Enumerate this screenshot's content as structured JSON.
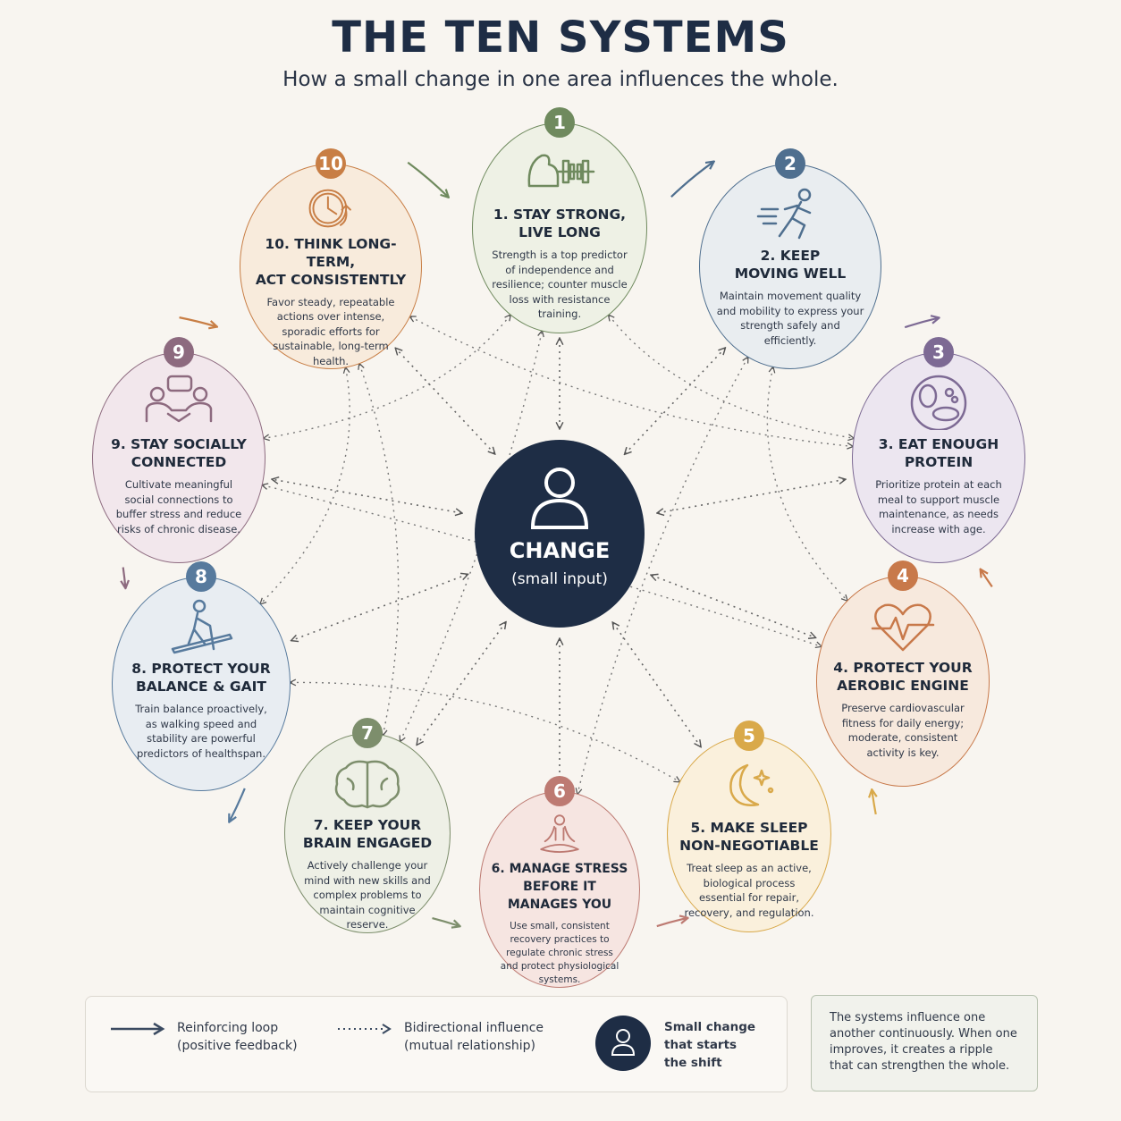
{
  "header": {
    "title": "THE TEN SYSTEMS",
    "subtitle": "How a small change in one area influences the whole."
  },
  "center": {
    "title": "CHANGE",
    "subtitle": "(small input)",
    "icon": "person-icon"
  },
  "systems": [
    {
      "number": "1",
      "title": "1. STAY STRONG,\nLIVE LONG",
      "description": "Strength is a top predictor of independence and resilience; counter muscle loss with resistance training.",
      "icon": "dumbbell-arm-icon",
      "color": "#6f8a5e",
      "fill": "#eef1e5"
    },
    {
      "number": "2",
      "title": "2. KEEP\nMOVING WELL",
      "description": "Maintain movement quality and mobility to express your strength safely and efficiently.",
      "icon": "runner-icon",
      "color": "#4f6f8f",
      "fill": "#e9edf0"
    },
    {
      "number": "3",
      "title": "3. EAT ENOUGH\nPROTEIN",
      "description": "Prioritize protein at each meal to support muscle maintenance, as needs increase with age.",
      "icon": "protein-plate-icon",
      "color": "#7d6a94",
      "fill": "#ece6f0"
    },
    {
      "number": "4",
      "title": "4. PROTECT YOUR\nAEROBIC ENGINE",
      "description": "Preserve cardiovascular fitness for daily energy; moderate, consistent activity is key.",
      "icon": "heartbeat-icon",
      "color": "#c8794a",
      "fill": "#f7e9dd"
    },
    {
      "number": "5",
      "title": "5. MAKE SLEEP\nNON-NEGOTIABLE",
      "description": "Treat sleep as an active, biological process essential for repair, recovery, and regulation.",
      "icon": "moon-stars-icon",
      "color": "#d9a94a",
      "fill": "#faf0dc"
    },
    {
      "number": "6",
      "title": "6. MANAGE STRESS\nBEFORE IT MANAGES YOU",
      "description": "Use small, consistent recovery practices to regulate chronic stress and protect physiological systems.",
      "icon": "meditation-icon",
      "color": "#bd7a72",
      "fill": "#f6e5e1"
    },
    {
      "number": "7",
      "title": "7. KEEP YOUR\nBRAIN ENGAGED",
      "description": "Actively challenge your mind with new skills and complex problems to maintain cognitive reserve.",
      "icon": "brain-icon",
      "color": "#7d8e6c",
      "fill": "#eef0e6"
    },
    {
      "number": "8",
      "title": "8. PROTECT YOUR\nBALANCE & GAIT",
      "description": "Train balance proactively, as walking speed and stability are powerful predictors of healthspan.",
      "icon": "hiker-balance-icon",
      "color": "#577a9d",
      "fill": "#e8edf2"
    },
    {
      "number": "9",
      "title": "9. STAY SOCIALLY\nCONNECTED",
      "description": "Cultivate meaningful social connections to buffer stress and reduce risks of chronic disease.",
      "icon": "handshake-chat-icon",
      "color": "#8d6a7f",
      "fill": "#f2e7ec"
    },
    {
      "number": "10",
      "title": "10. THINK LONG-TERM,\nACT CONSISTENTLY",
      "description": "Favor steady, repeatable actions over intense, sporadic efforts for sustainable, long-term health.",
      "icon": "clock-arrow-icon",
      "color": "#c87e45",
      "fill": "#f8ebdc"
    }
  ],
  "legend": {
    "reinforcing": {
      "line1": "Reinforcing loop",
      "line2": "(positive feedback)"
    },
    "bidirectional": {
      "line1": "Bidirectional influence",
      "line2": "(mutual relationship)"
    },
    "small_change": {
      "line1": "Small change",
      "line2": "that starts",
      "line3": "the shift"
    }
  },
  "note": "The systems influence one another continuously. When one improves, it creates a ripple that can strengthen the whole.",
  "colors": {
    "navy": "#1e2d45",
    "background": "#f8f5f0"
  }
}
